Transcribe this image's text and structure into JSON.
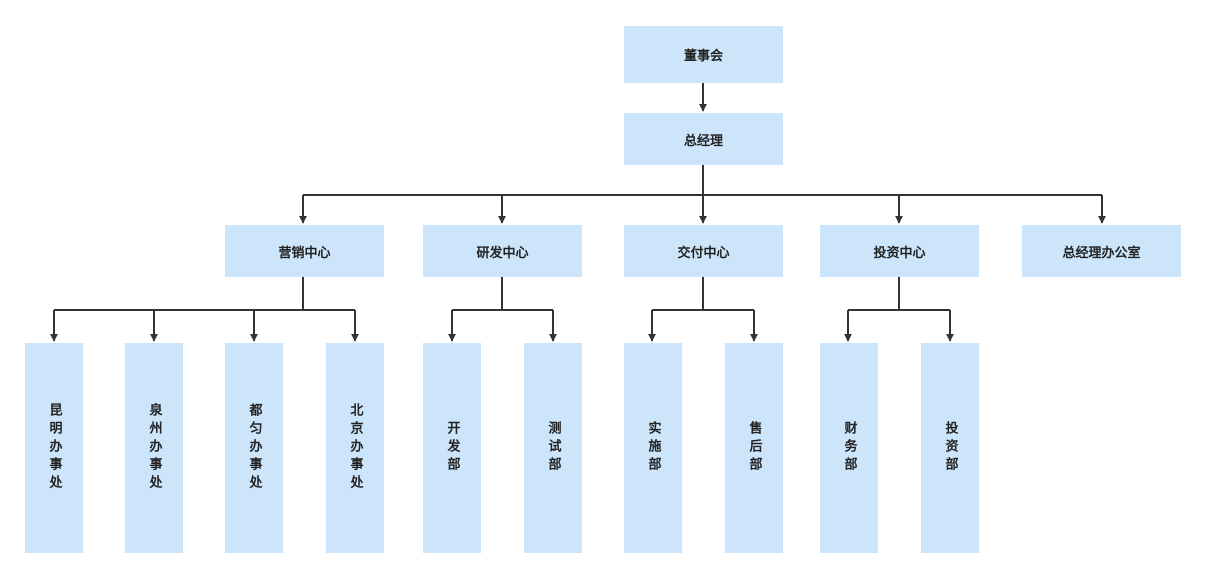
{
  "org": {
    "board": "董事会",
    "gm": "总经理",
    "marketing": "营销中心",
    "rnd": "研发中心",
    "delivery": "交付中心",
    "investment": "投资中心",
    "gm_office": "总经理办公室",
    "kunming": "昆明办事处",
    "quanzhou": "泉州办事处",
    "duyun": "都匀办事处",
    "beijing": "北京办事处",
    "development": "开发部",
    "testing": "测试部",
    "implementation": "实施部",
    "after_sales": "售后部",
    "finance": "财务部",
    "invest_dept": "投资部"
  },
  "colors": {
    "node_fill": "#cce5fb",
    "connector": "#333333"
  }
}
